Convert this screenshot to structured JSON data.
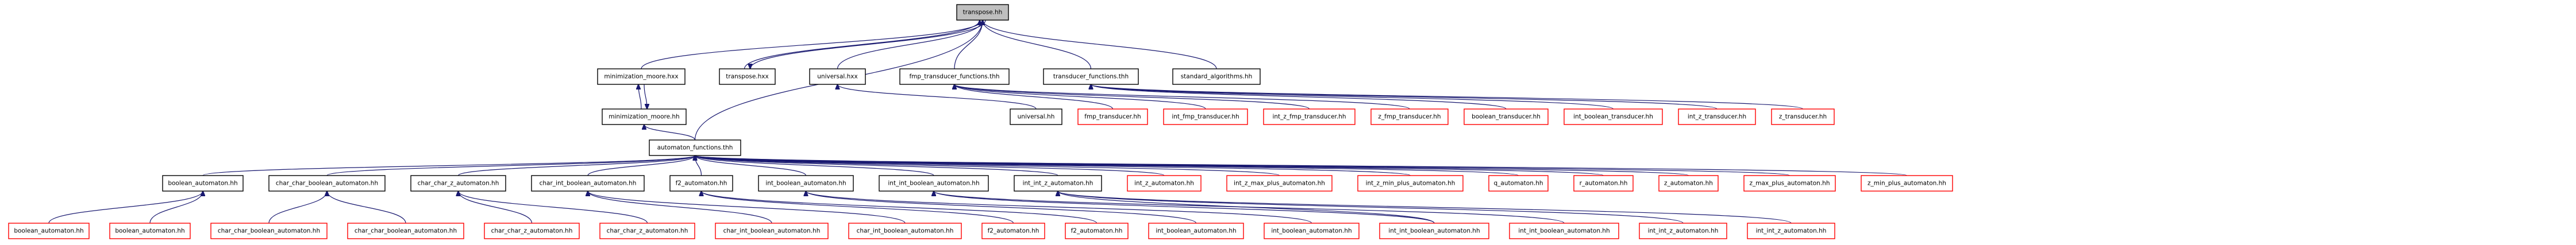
{
  "colors": {
    "text": "#000000",
    "node_border_black": "#000000",
    "node_border_red": "#ff0000",
    "root_fill": "#bfbfbf",
    "node_fill": "#ffffff",
    "edge": "#191970"
  },
  "nodes": [
    {
      "id": "transpose",
      "label": "transpose.hh",
      "style": "root"
    },
    {
      "id": "minimization_moore_hxx",
      "label": "minimization_moore.hxx",
      "style": "black"
    },
    {
      "id": "transpose_hxx",
      "label": "transpose.hxx",
      "style": "black"
    },
    {
      "id": "universal_hxx",
      "label": "universal.hxx",
      "style": "black"
    },
    {
      "id": "fmp_transducer_functions",
      "label": "fmp_transducer_functions.thh",
      "style": "black"
    },
    {
      "id": "transducer_functions",
      "label": "transducer_functions.thh",
      "style": "black"
    },
    {
      "id": "standard_algorithms",
      "label": "standard_algorithms.hh",
      "style": "black"
    },
    {
      "id": "minimization_moore_hh",
      "label": "minimization_moore.hh",
      "style": "black"
    },
    {
      "id": "universal_hh",
      "label": "universal.hh",
      "style": "black"
    },
    {
      "id": "fmp_transducer",
      "label": "fmp_transducer.hh",
      "style": "red"
    },
    {
      "id": "int_fmp_transducer",
      "label": "int_fmp_transducer.hh",
      "style": "red"
    },
    {
      "id": "int_z_fmp_transducer",
      "label": "int_z_fmp_transducer.hh",
      "style": "red"
    },
    {
      "id": "z_fmp_transducer",
      "label": "z_fmp_transducer.hh",
      "style": "red"
    },
    {
      "id": "boolean_transducer",
      "label": "boolean_transducer.hh",
      "style": "red"
    },
    {
      "id": "int_boolean_transducer",
      "label": "int_boolean_transducer.hh",
      "style": "red"
    },
    {
      "id": "int_z_transducer",
      "label": "int_z_transducer.hh",
      "style": "red"
    },
    {
      "id": "z_transducer",
      "label": "z_transducer.hh",
      "style": "red"
    },
    {
      "id": "automaton_functions",
      "label": "automaton_functions.thh",
      "style": "black"
    },
    {
      "id": "boolean_automaton",
      "label": "boolean_automaton.hh",
      "style": "black"
    },
    {
      "id": "char_char_boolean_automaton",
      "label": "char_char_boolean_automaton.hh",
      "style": "black"
    },
    {
      "id": "char_char_z_automaton",
      "label": "char_char_z_automaton.hh",
      "style": "black"
    },
    {
      "id": "char_int_boolean_automaton",
      "label": "char_int_boolean_automaton.hh",
      "style": "black"
    },
    {
      "id": "f2_automaton",
      "label": "f2_automaton.hh",
      "style": "black"
    },
    {
      "id": "int_boolean_automaton",
      "label": "int_boolean_automaton.hh",
      "style": "black"
    },
    {
      "id": "int_int_boolean_automaton",
      "label": "int_int_boolean_automaton.hh",
      "style": "black"
    },
    {
      "id": "int_int_z_automaton",
      "label": "int_int_z_automaton.hh",
      "style": "black"
    },
    {
      "id": "int_z_automaton",
      "label": "int_z_automaton.hh",
      "style": "red"
    },
    {
      "id": "int_z_max_plus_automaton",
      "label": "int_z_max_plus_automaton.hh",
      "style": "red"
    },
    {
      "id": "int_z_min_plus_automaton",
      "label": "int_z_min_plus_automaton.hh",
      "style": "red"
    },
    {
      "id": "q_automaton",
      "label": "q_automaton.hh",
      "style": "red"
    },
    {
      "id": "r_automaton",
      "label": "r_automaton.hh",
      "style": "red"
    },
    {
      "id": "z_automaton",
      "label": "z_automaton.hh",
      "style": "red"
    },
    {
      "id": "z_max_plus_automaton",
      "label": "z_max_plus_automaton.hh",
      "style": "red"
    },
    {
      "id": "z_min_plus_automaton",
      "label": "z_min_plus_automaton.hh",
      "style": "red"
    },
    {
      "id": "boolean_automaton_c1",
      "label": "boolean_automaton.hh",
      "style": "red"
    },
    {
      "id": "boolean_automaton_c2",
      "label": "boolean_automaton.hh",
      "style": "red"
    },
    {
      "id": "char_char_boolean_automaton_c1",
      "label": "char_char_boolean_automaton.hh",
      "style": "red"
    },
    {
      "id": "char_char_boolean_automaton_c2",
      "label": "char_char_boolean_automaton.hh",
      "style": "red"
    },
    {
      "id": "char_char_z_automaton_c1",
      "label": "char_char_z_automaton.hh",
      "style": "red"
    },
    {
      "id": "char_char_z_automaton_c2",
      "label": "char_char_z_automaton.hh",
      "style": "red"
    },
    {
      "id": "char_int_boolean_automaton_c1",
      "label": "char_int_boolean_automaton.hh",
      "style": "red"
    },
    {
      "id": "char_int_boolean_automaton_c2",
      "label": "char_int_boolean_automaton.hh",
      "style": "red"
    },
    {
      "id": "f2_automaton_c1",
      "label": "f2_automaton.hh",
      "style": "red"
    },
    {
      "id": "f2_automaton_c2",
      "label": "f2_automaton.hh",
      "style": "red"
    },
    {
      "id": "int_boolean_automaton_c1",
      "label": "int_boolean_automaton.hh",
      "style": "red"
    },
    {
      "id": "int_boolean_automaton_c2",
      "label": "int_boolean_automaton.hh",
      "style": "red"
    },
    {
      "id": "int_int_boolean_automaton_c1",
      "label": "int_int_boolean_automaton.hh",
      "style": "red"
    },
    {
      "id": "int_int_boolean_automaton_c2",
      "label": "int_int_boolean_automaton.hh",
      "style": "red"
    },
    {
      "id": "int_int_z_automaton_c1",
      "label": "int_int_z_automaton.hh",
      "style": "red"
    },
    {
      "id": "int_int_z_automaton_c2",
      "label": "int_int_z_automaton.hh",
      "style": "red"
    }
  ],
  "edges": [
    {
      "from": "minimization_moore_hxx",
      "to": "transpose"
    },
    {
      "from": "transpose_hxx",
      "to": "transpose"
    },
    {
      "from": "transpose",
      "to": "transpose_hxx"
    },
    {
      "from": "universal_hxx",
      "to": "transpose"
    },
    {
      "from": "fmp_transducer_functions",
      "to": "transpose"
    },
    {
      "from": "transducer_functions",
      "to": "transpose"
    },
    {
      "from": "standard_algorithms",
      "to": "transpose"
    },
    {
      "from": "automaton_functions",
      "to": "transpose"
    },
    {
      "from": "minimization_moore_hh",
      "to": "minimization_moore_hxx"
    },
    {
      "from": "minimization_moore_hxx",
      "to": "minimization_moore_hh"
    },
    {
      "from": "universal_hh",
      "to": "universal_hxx"
    },
    {
      "from": "fmp_transducer",
      "to": "fmp_transducer_functions"
    },
    {
      "from": "int_fmp_transducer",
      "to": "fmp_transducer_functions"
    },
    {
      "from": "int_z_fmp_transducer",
      "to": "fmp_transducer_functions"
    },
    {
      "from": "z_fmp_transducer",
      "to": "fmp_transducer_functions"
    },
    {
      "from": "boolean_transducer",
      "to": "transducer_functions"
    },
    {
      "from": "int_boolean_transducer",
      "to": "transducer_functions"
    },
    {
      "from": "int_z_transducer",
      "to": "transducer_functions"
    },
    {
      "from": "z_transducer",
      "to": "transducer_functions"
    },
    {
      "from": "automaton_functions",
      "to": "minimization_moore_hh"
    },
    {
      "from": "boolean_automaton",
      "to": "automaton_functions"
    },
    {
      "from": "char_char_boolean_automaton",
      "to": "automaton_functions"
    },
    {
      "from": "char_char_z_automaton",
      "to": "automaton_functions"
    },
    {
      "from": "char_int_boolean_automaton",
      "to": "automaton_functions"
    },
    {
      "from": "f2_automaton",
      "to": "automaton_functions"
    },
    {
      "from": "int_boolean_automaton",
      "to": "automaton_functions"
    },
    {
      "from": "int_int_boolean_automaton",
      "to": "automaton_functions"
    },
    {
      "from": "int_int_z_automaton",
      "to": "automaton_functions"
    },
    {
      "from": "int_z_automaton",
      "to": "automaton_functions"
    },
    {
      "from": "int_z_max_plus_automaton",
      "to": "automaton_functions"
    },
    {
      "from": "int_z_min_plus_automaton",
      "to": "automaton_functions"
    },
    {
      "from": "q_automaton",
      "to": "automaton_functions"
    },
    {
      "from": "r_automaton",
      "to": "automaton_functions"
    },
    {
      "from": "z_automaton",
      "to": "automaton_functions"
    },
    {
      "from": "z_max_plus_automaton",
      "to": "automaton_functions"
    },
    {
      "from": "z_min_plus_automaton",
      "to": "automaton_functions"
    },
    {
      "from": "boolean_automaton_c1",
      "to": "boolean_automaton"
    },
    {
      "from": "boolean_automaton_c2",
      "to": "boolean_automaton"
    },
    {
      "from": "char_char_boolean_automaton_c1",
      "to": "char_char_boolean_automaton"
    },
    {
      "from": "char_char_boolean_automaton_c2",
      "to": "char_char_boolean_automaton"
    },
    {
      "from": "char_char_z_automaton_c1",
      "to": "char_char_z_automaton"
    },
    {
      "from": "char_char_z_automaton_c2",
      "to": "char_char_z_automaton"
    },
    {
      "from": "char_int_boolean_automaton_c1",
      "to": "char_int_boolean_automaton"
    },
    {
      "from": "char_int_boolean_automaton_c2",
      "to": "char_int_boolean_automaton"
    },
    {
      "from": "f2_automaton_c1",
      "to": "f2_automaton"
    },
    {
      "from": "f2_automaton_c2",
      "to": "f2_automaton"
    },
    {
      "from": "int_boolean_automaton_c1",
      "to": "int_boolean_automaton"
    },
    {
      "from": "int_boolean_automaton_c2",
      "to": "int_boolean_automaton"
    },
    {
      "from": "int_int_boolean_automaton_c1",
      "to": "int_int_boolean_automaton"
    },
    {
      "from": "int_int_boolean_automaton_c2",
      "to": "int_int_boolean_automaton"
    },
    {
      "from": "int_int_z_automaton_c1",
      "to": "int_int_z_automaton"
    },
    {
      "from": "int_int_z_automaton_c2",
      "to": "int_int_z_automaton"
    },
    {
      "from": "int_int_boolean_automaton_c1",
      "to": "int_int_z_automaton"
    }
  ]
}
